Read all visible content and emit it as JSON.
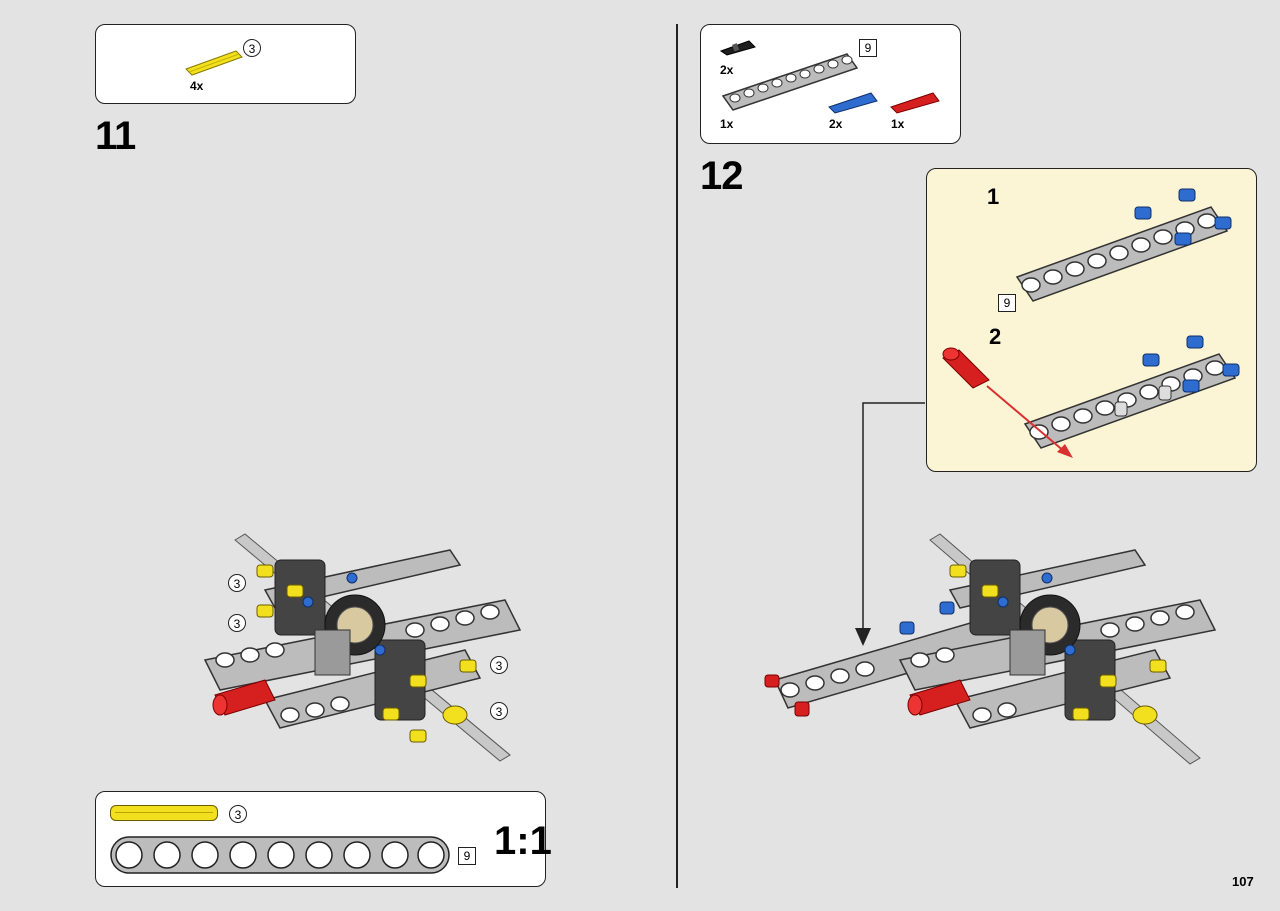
{
  "page_number": "107",
  "step11": {
    "number": "11",
    "parts": [
      {
        "qty": "4x",
        "length": "3",
        "color": "#f2e01e"
      }
    ],
    "assembly_callouts": [
      "3",
      "3",
      "3",
      "3"
    ]
  },
  "step12": {
    "number": "12",
    "parts": [
      {
        "qty": "2x",
        "color": "#1e1e1e"
      },
      {
        "qty": "1x",
        "length": "9",
        "color": "#bcbcbc"
      },
      {
        "qty": "2x",
        "color": "#2f6ccf"
      },
      {
        "qty": "1x",
        "color": "#d61f1f"
      }
    ],
    "substeps": [
      {
        "number": "1",
        "beam_length": "9"
      },
      {
        "number": "2"
      }
    ]
  },
  "scale_box": {
    "ratio": "1:1",
    "axle_length": "3",
    "beam_length": "9"
  },
  "colors": {
    "background": "#e3e3e3",
    "callout_bg": "#fcf5d5",
    "beam_gray": "#bcbcbc",
    "axle_yellow": "#f2e01e",
    "pin_blue": "#2f6ccf",
    "pin_red": "#d61f1f",
    "arrow_red": "#d93030"
  }
}
